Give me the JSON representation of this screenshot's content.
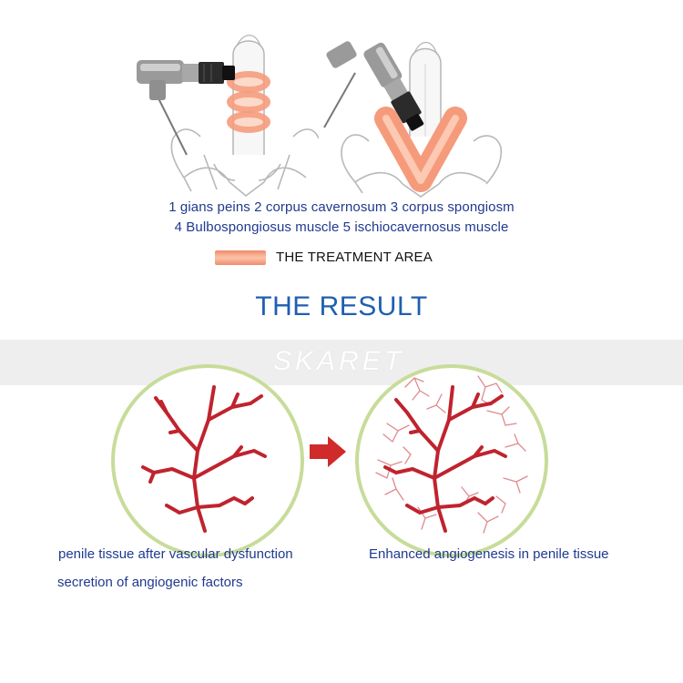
{
  "legend": {
    "line1": "1 gians peins 2 corpus cavernosum 3 corpus spongiosm",
    "line2": "4 Bulbospongiosus muscle  5 ischiocavernosus muscle"
  },
  "treatment_key": {
    "label": "THE TREATMENT AREA",
    "color": "#f59b7c"
  },
  "result_title": "THE RESULT",
  "watermark": "SKARET",
  "captions": {
    "before": "penile tissue after vascular dysfunction",
    "secretion": "secretion of angiogenic factors",
    "after": "Enhanced angiogenesis in penile tissue"
  },
  "colors": {
    "text_blue": "#1f3a8f",
    "title_blue": "#1f5fb0",
    "vessel_red": "#c0232e",
    "circle_green": "#c8dc9a",
    "arrow_red": "#d02a2a"
  },
  "icons": {
    "applicator": "shockwave-applicator-icon",
    "arrow": "right-arrow-icon"
  }
}
